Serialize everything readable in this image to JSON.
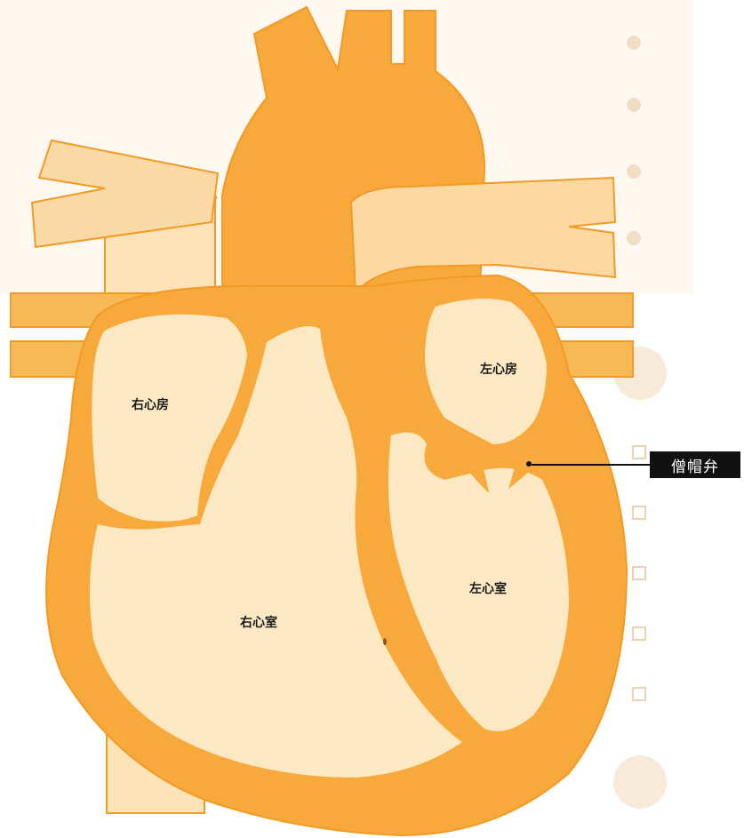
{
  "labels": {
    "right_atrium": "右心房",
    "left_atrium": "左心房",
    "right_ventricle": "右心室",
    "left_ventricle": "左心室",
    "mitral_valve": "僧帽弁"
  },
  "colors": {
    "muscle": "#f7a93b",
    "muscle_edge": "#f29a24",
    "chamber": "#fce9c4",
    "vessel_light": "#fbd9a6",
    "background_ghost": "#e3b57c",
    "tag_background": "#111111",
    "tag_text": "#ffffff"
  }
}
